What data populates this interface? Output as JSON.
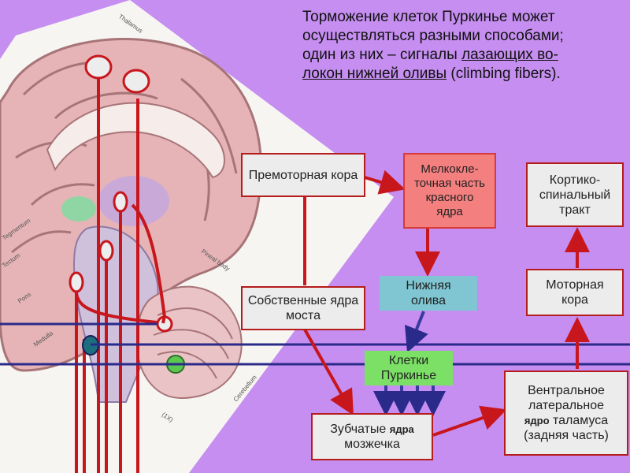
{
  "title": {
    "line1": "Торможение клеток Пуркинье может",
    "line2": "осуществляться разными способами;",
    "line3_start": "один из них – сигналы ",
    "line3_link": "лазающих во-",
    "line4_link": "локон нижней оливы",
    "line4_end": " (climbing fibers)."
  },
  "boxes": {
    "premotor": "Премоторная кора",
    "red_nucleus": "Мелкокле-точная часть красного ядра",
    "corticospinal": "Кортико-спинальный тракт",
    "pons_nuclei": "Собственные ядра моста",
    "inferior_olive": "Нижняя олива",
    "motor_cortex": "Моторная кора",
    "purkinje": "Клетки Пуркинье",
    "dentate_a": "Зубчатые ",
    "dentate_b": "ядра",
    "dentate_c": "мозжечка",
    "thalamus_a": "Вентральное латеральное",
    "thalamus_b": "ядро",
    "thalamus_c": " таламуса (задняя часть)"
  },
  "anatomy_labels": {
    "thalamus": "Thalamus",
    "tegmentum": "Tegmentum",
    "tectum": "Tectum",
    "pons": "Pons",
    "medulla": "Medulla",
    "pineal": "Pineal body",
    "cerebellum": "Cerebellum",
    "figure_no": "(1X)"
  },
  "colors": {
    "background": "#c58ef0",
    "arrow_red": "#c8161d",
    "arrow_blue": "#2a2a8a",
    "box_border": "#b51c1c"
  }
}
